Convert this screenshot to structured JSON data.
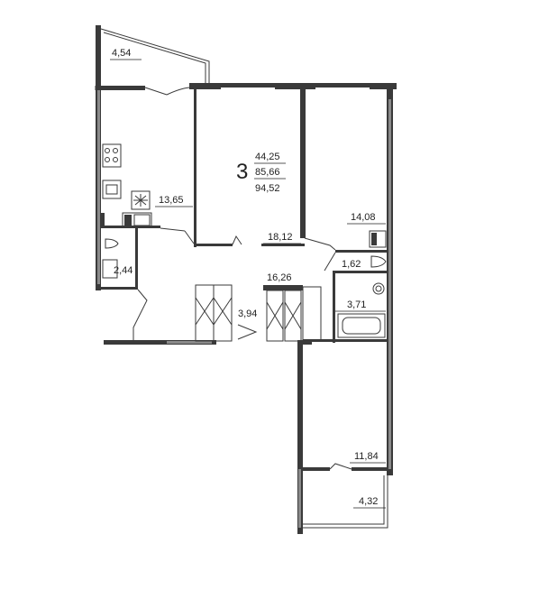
{
  "apartment": {
    "rooms_count": "3",
    "living_area": "44,25",
    "total_area": "85,66",
    "total_with_balcony": "94,52"
  },
  "rooms": {
    "balcony_top": "4,54",
    "kitchen": "13,65",
    "bedroom_center": "18,12",
    "room_right": "14,08",
    "wc": "1,62",
    "bathroom_left": "2,44",
    "hall": "16,26",
    "wardrobe": "3,94",
    "bathroom": "3,71",
    "room_bottom": "11,84",
    "balcony_bottom": "4,32"
  }
}
